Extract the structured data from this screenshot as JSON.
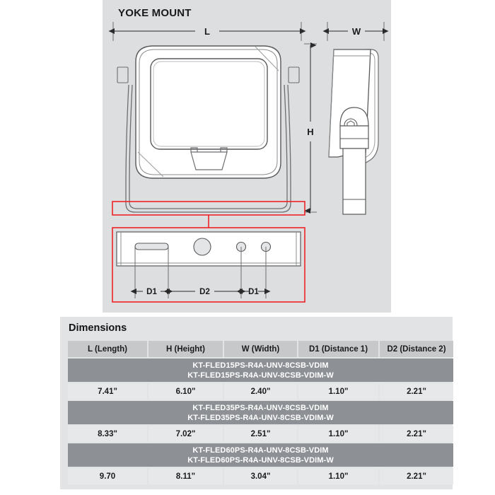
{
  "drawing": {
    "title": "YOKE MOUNT",
    "labels": {
      "length": "L",
      "height": "H",
      "width": "W",
      "distance1_left": "D1",
      "distance2": "D2",
      "distance1_right": "D1"
    },
    "callout_color": "#ee2225",
    "panel_bg": "#dcdee0",
    "line_color": "#58595b"
  },
  "table": {
    "title": "Dimensions",
    "headers": [
      "L (Length)",
      "H (Height)",
      "W (Width)",
      "D1 (Distance 1)",
      "D2 (Distance 2)"
    ],
    "groups": [
      {
        "model_line1": "KT-FLED15PS-R4A-UNV-8CSB-VDIM",
        "model_line2": "KT-FLED15PS-R4A-UNV-8CSB-VDIM-W",
        "values": [
          "7.41\"",
          "6.10\"",
          "2.40\"",
          "1.10\"",
          "2.21\""
        ]
      },
      {
        "model_line1": "KT-FLED35PS-R4A-UNV-8CSB-VDIM",
        "model_line2": "KT-FLED35PS-R4A-UNV-8CSB-VDIM-W",
        "values": [
          "8.33\"",
          "7.02\"",
          "2.51\"",
          "1.10\"",
          "2.21\""
        ]
      },
      {
        "model_line1": "KT-FLED60PS-R4A-UNV-8CSB-VDIM",
        "model_line2": "KT-FLED60PS-R4A-UNV-8CSB-VDIM-W",
        "values": [
          "9.70",
          "8.11\"",
          "3.04\"",
          "1.10\"",
          "2.21\""
        ]
      }
    ],
    "header_bg": "#c6c8ca",
    "model_bg": "#8d9095",
    "value_bg": "#e7e8ea",
    "panel_bg": "#e2e3e5"
  }
}
